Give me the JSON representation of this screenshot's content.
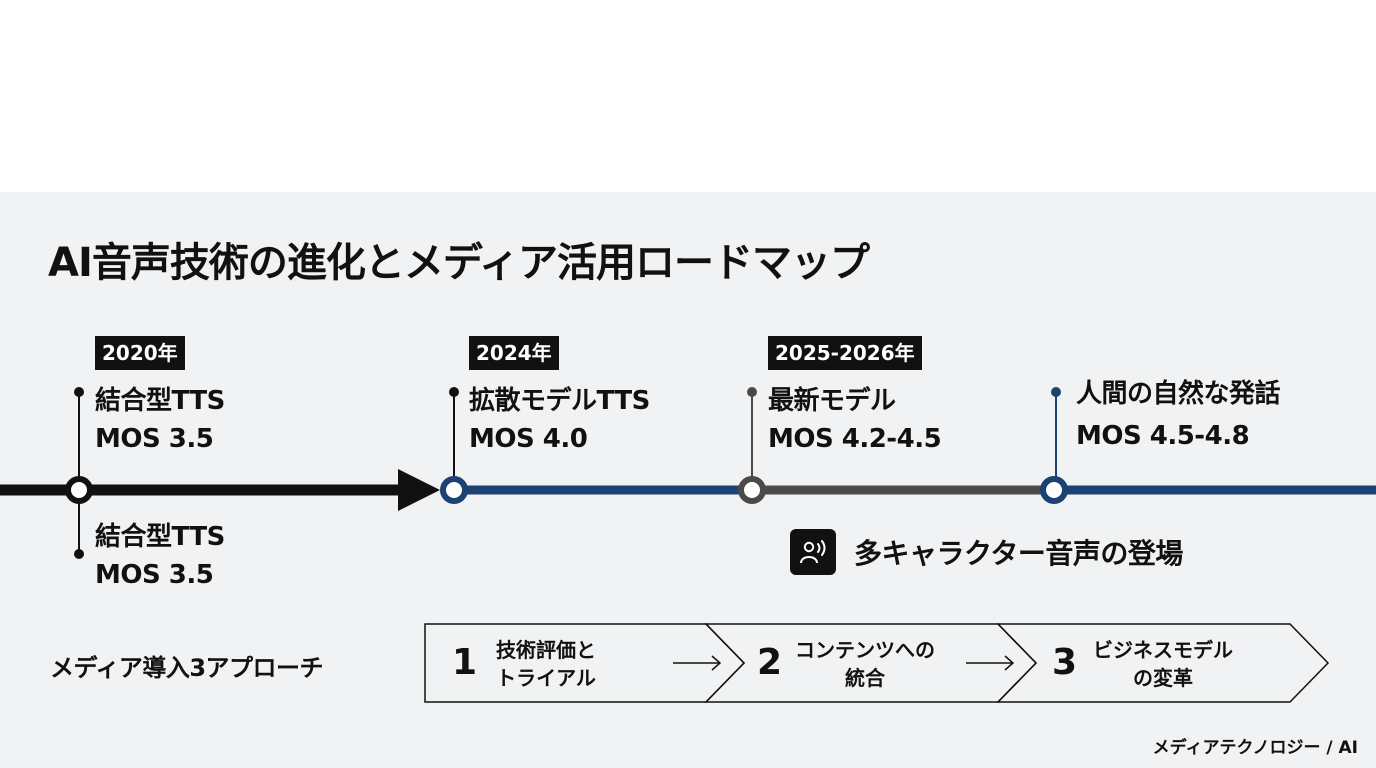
{
  "title": "AI音声技術の進化とメディア活用ロードマップ",
  "timeline": [
    {
      "year": "2020年",
      "above_line1": "結合型TTS",
      "above_line2": "MOS 3.5",
      "below_line1": "結合型TTS",
      "below_line2": "MOS 3.5"
    },
    {
      "year": "2024年",
      "line1": "拡散モデルTTS",
      "line2": "MOS 4.0"
    },
    {
      "year": "2025-2026年",
      "line1": "最新モデル",
      "line2": "MOS 4.2-4.5"
    },
    {
      "line1": "人間の自然な発話",
      "line2": "MOS 4.5-4.8"
    }
  ],
  "feature": {
    "label": "多キャラクター音声の登場",
    "icon": "voice-person-icon"
  },
  "approach": {
    "label": "メディア導入3アプローチ",
    "steps": [
      {
        "number": "1",
        "line1": "技術評価と",
        "line2": "トライアル"
      },
      {
        "number": "2",
        "line1": "コンテンツへの",
        "line2": "統合"
      },
      {
        "number": "3",
        "line1": "ビジネスモデル",
        "line2": "の変革"
      }
    ]
  },
  "footer": "メディアテクノロジー / AI",
  "colors": {
    "black": "#111111",
    "navy": "#1b4272",
    "gray": "#4a4a4a",
    "background": "#f1f2f3"
  }
}
